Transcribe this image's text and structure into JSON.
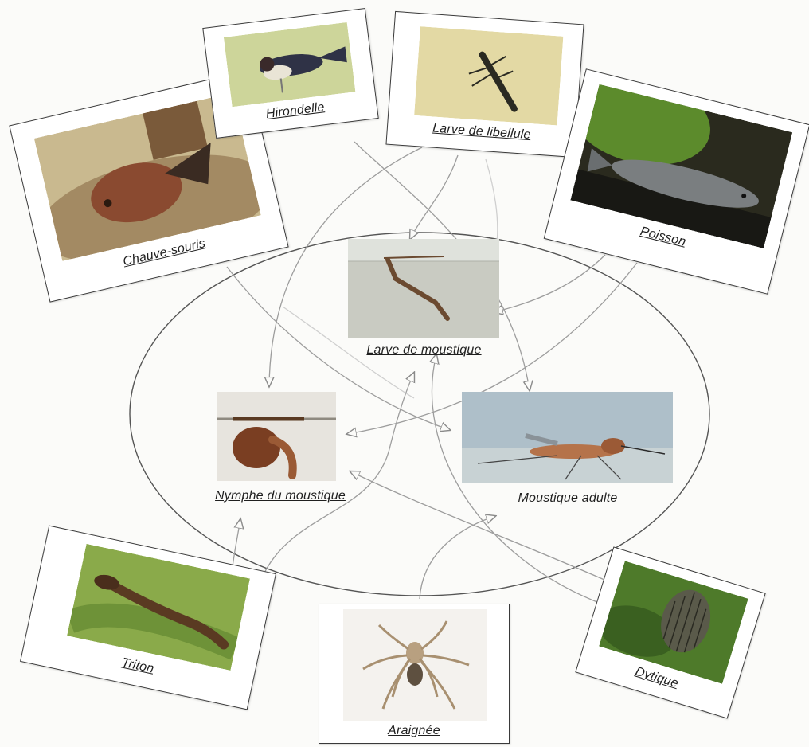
{
  "organisms": {
    "chauve_souris": "Chauve-souris",
    "hirondelle": "Hirondelle",
    "larve_libellule": "Larve de libellule",
    "poisson": "Poisson",
    "larve_moustique": "Larve de moustique",
    "nymphe_moustique": "Nymphe du moustique",
    "moustique_adulte": "Moustique adulte",
    "triton": "Triton",
    "araignee": "Araignée",
    "dytique": "Dytique"
  },
  "links": [
    {
      "from": "Chauve-souris",
      "to": "Moustique adulte"
    },
    {
      "from": "Hirondelle",
      "to": "Moustique adulte"
    },
    {
      "from": "Larve de libellule",
      "to": "Larve de moustique"
    },
    {
      "from": "Larve de libellule",
      "to": "Nymphe du moustique"
    },
    {
      "from": "Poisson",
      "to": "Larve de moustique"
    },
    {
      "from": "Poisson",
      "to": "Nymphe du moustique"
    },
    {
      "from": "Triton",
      "to": "Nymphe du moustique"
    },
    {
      "from": "Triton",
      "to": "Larve de moustique"
    },
    {
      "from": "Araignée",
      "to": "Moustique adulte"
    },
    {
      "from": "Dytique",
      "to": "Larve de moustique"
    },
    {
      "from": "Dytique",
      "to": "Nymphe du moustique"
    }
  ],
  "colors": {
    "card_border": "#3a3a3a",
    "ellipse": "#555555",
    "arrow": "#9d9d9d"
  }
}
